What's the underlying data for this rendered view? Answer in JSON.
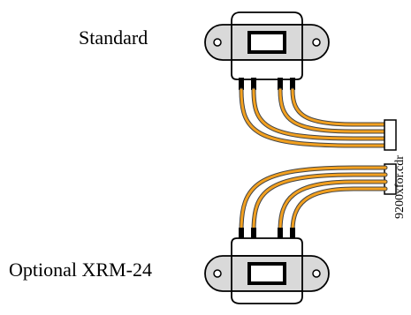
{
  "labels": {
    "standard": "Standard",
    "optional": "Optional XRM-24",
    "filename": "9200xfor.cdr"
  },
  "colors": {
    "cable": "#f2a01f",
    "cable_outline": "#333333",
    "body_fill": "#d9d9d9",
    "outline": "#000000",
    "window_fill": "#ffffff"
  }
}
